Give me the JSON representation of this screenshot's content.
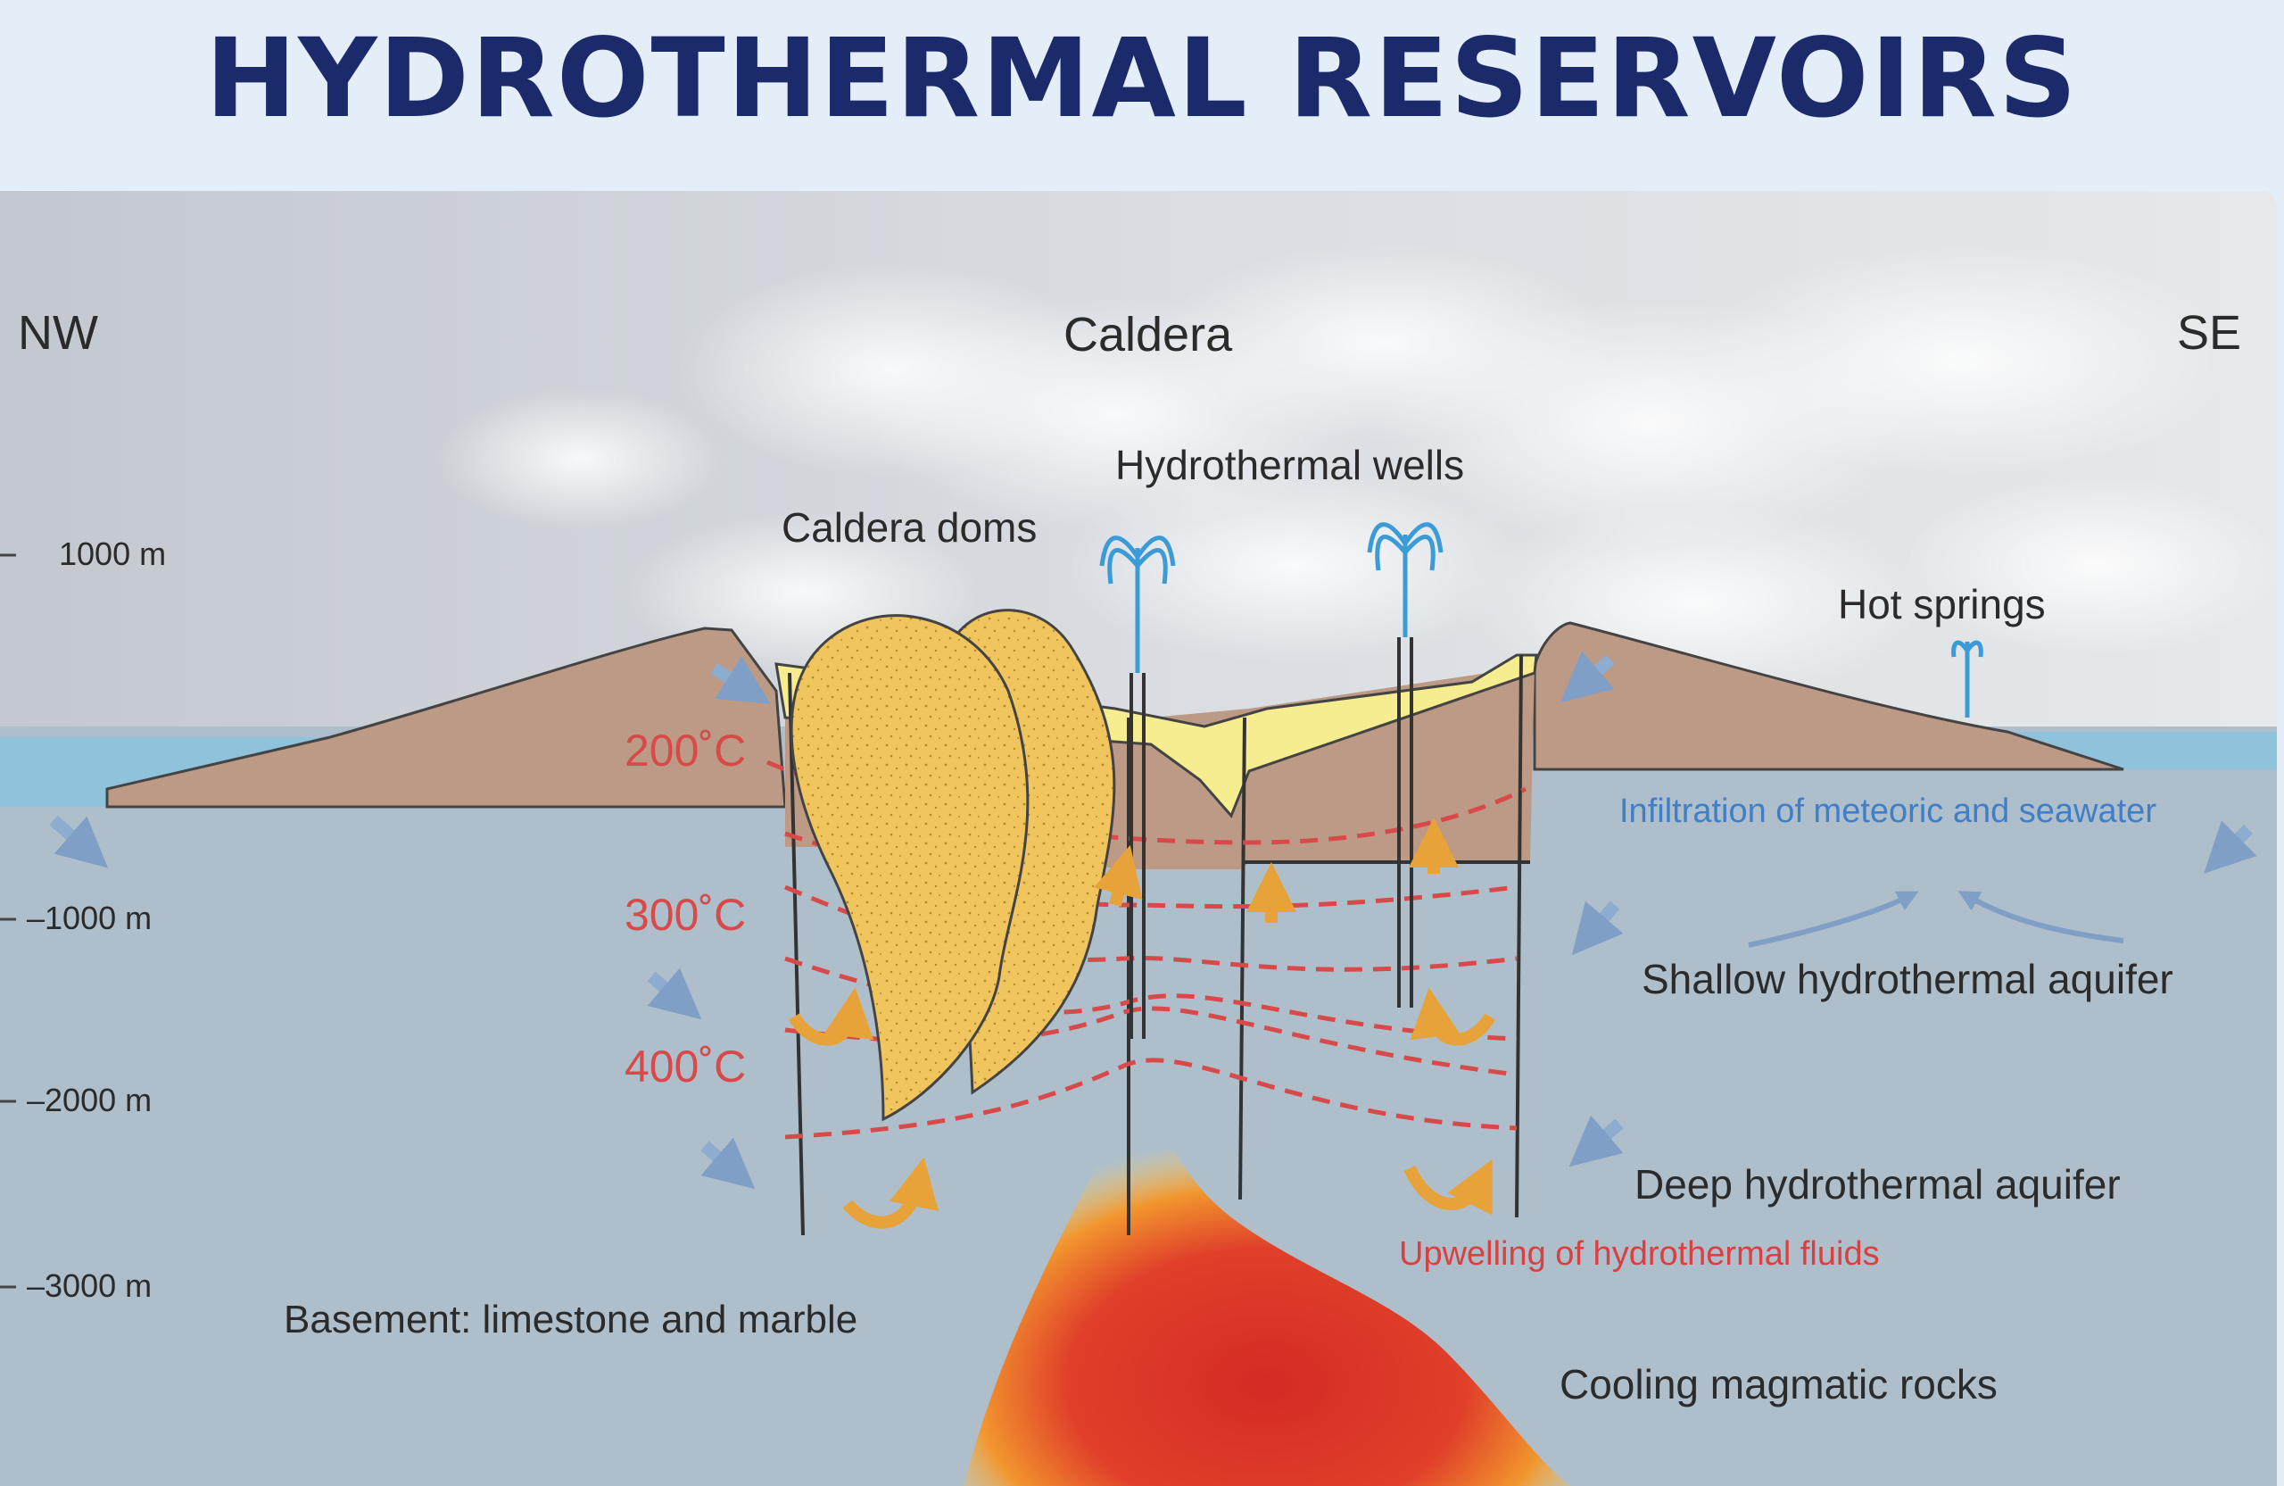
{
  "title": "HYDROTHERMAL RESERVOIRS",
  "labels": {
    "nw": "NW",
    "se": "SE",
    "caldera": "Caldera",
    "hydrothermal_wells": "Hydrothermal wells",
    "caldera_doms": "Caldera doms",
    "hot_springs": "Hot springs",
    "infiltration": "Infiltration of meteoric and seawater",
    "shallow_aquifer": "Shallow hydrothermal aquifer",
    "deep_aquifer": "Deep hydrothermal aquifer",
    "upwelling": "Upwelling of hydrothermal fluids",
    "basement": "Basement: limestone and marble",
    "cooling_rocks": "Cooling magmatic rocks"
  },
  "depth_scale": [
    {
      "label": "1000 m",
      "value": 1000
    },
    {
      "label": "–1000 m",
      "value": -1000
    },
    {
      "label": "–2000 m",
      "value": -2000
    },
    {
      "label": "–3000 m",
      "value": -3000
    }
  ],
  "isotherms": [
    {
      "label": "200˚C",
      "value": 200
    },
    {
      "label": "300˚C",
      "value": 300
    },
    {
      "label": "400˚C",
      "value": 400
    }
  ],
  "colors": {
    "title": "#1b2a6b",
    "sky": "#c9ced6",
    "sea": "#8fc3dc",
    "ground": "#aebfcb",
    "mountain": "#bd9a86",
    "dome": "#f0c55e",
    "caldera_fill": "#f6ec90",
    "isotherm": "#d84a4a",
    "magma": "#d9302a",
    "geyser": "#3b9bd6",
    "infiltration_arrow": "#8cacd0",
    "upwelling_arrow": "#e8a23a"
  }
}
